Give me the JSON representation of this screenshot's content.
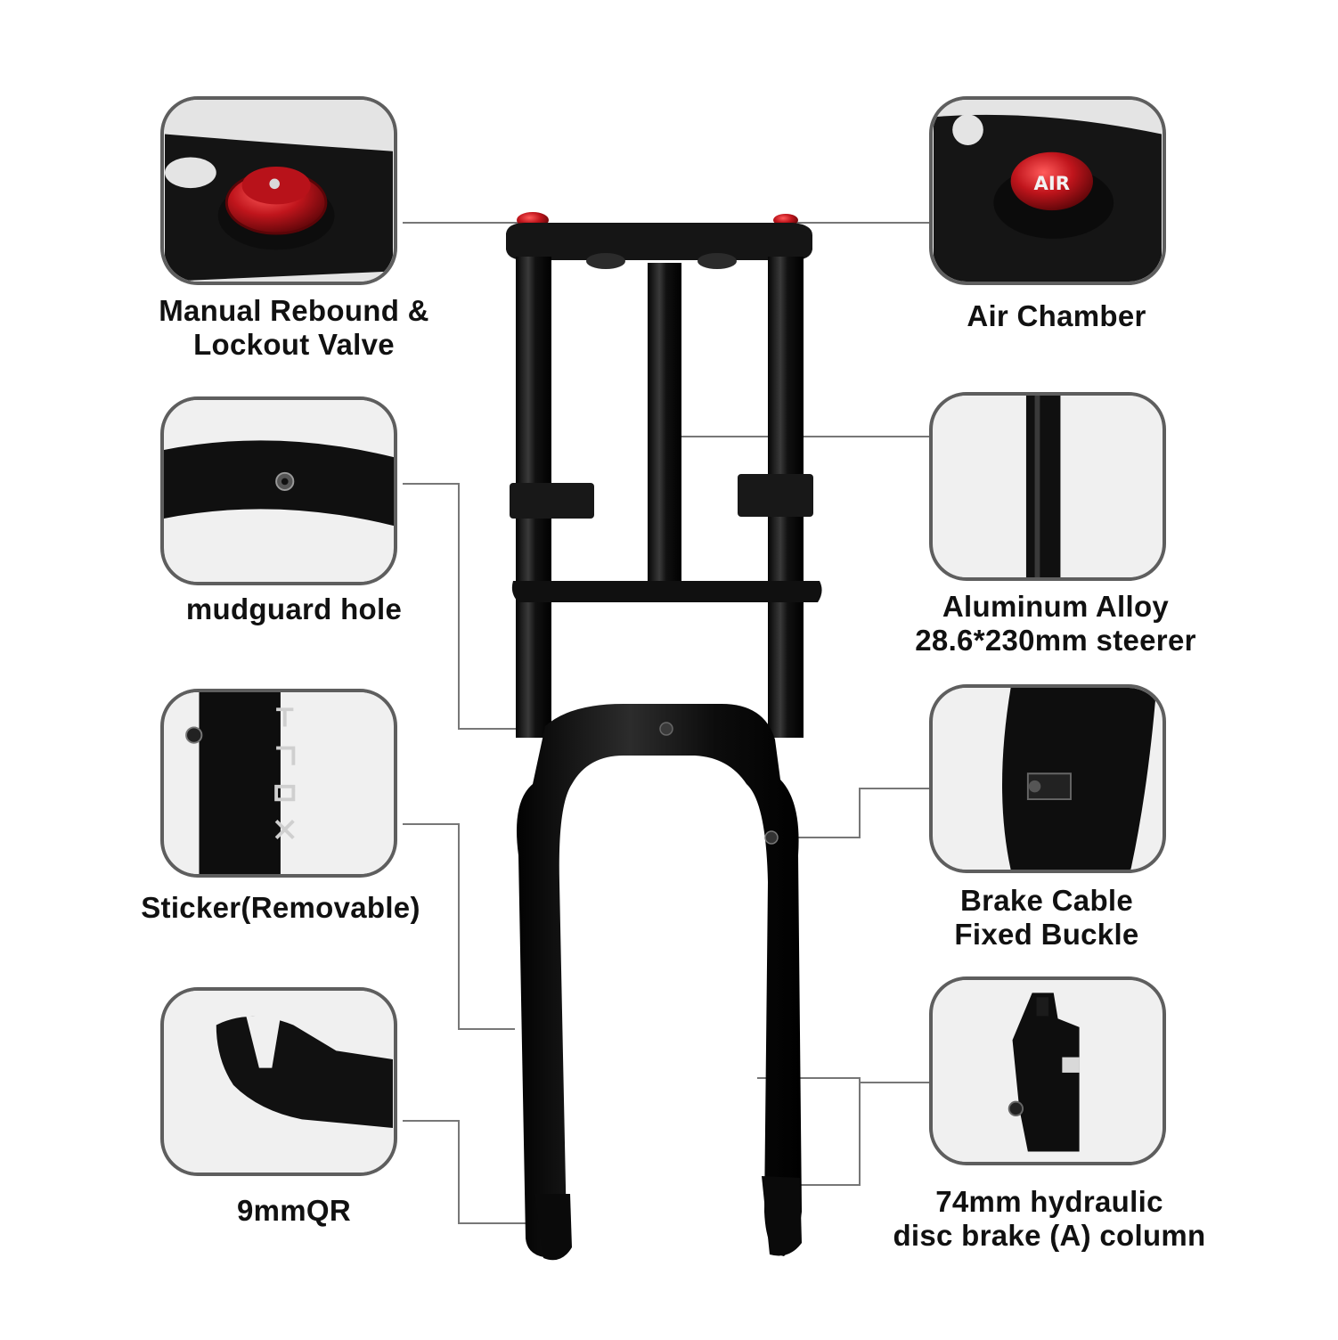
{
  "callouts": {
    "rebound": {
      "label": "Manual Rebound &\nLockout Valve",
      "icon": "red-rebound-knob-icon"
    },
    "air": {
      "label": "Air Chamber",
      "icon": "red-air-cap-icon",
      "cap_text": "AIR"
    },
    "mudguard": {
      "label": "mudguard hole",
      "icon": "mudguard-hole-icon"
    },
    "steerer": {
      "label": "Aluminum Alloy\n28.6*230mm steerer",
      "icon": "steerer-tube-icon"
    },
    "sticker": {
      "label": "Sticker(Removable)",
      "icon": "sticker-leg-icon"
    },
    "brake_buckle": {
      "label": "Brake Cable\nFixed Buckle",
      "icon": "cable-buckle-icon"
    },
    "qr": {
      "label": "9mmQR",
      "icon": "quick-release-dropout-icon"
    },
    "disc": {
      "label": "74mm hydraulic\ndisc brake (A) column",
      "icon": "disc-brake-mount-icon"
    }
  },
  "colors": {
    "frame": "#5e5e5e",
    "accent_red": "#b8121a",
    "fork_black": "#0d0d0d",
    "leader_line": "#777777"
  }
}
